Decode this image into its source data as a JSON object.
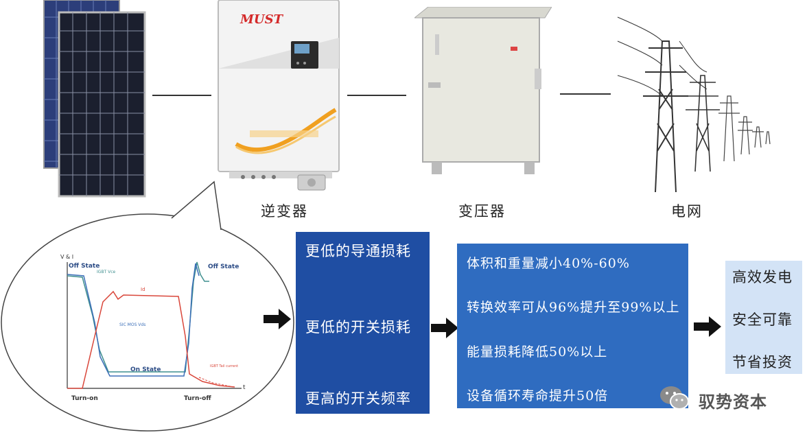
{
  "equipment": {
    "inverter_brand": "MUST",
    "inverter_caption": "逆变器",
    "transformer_caption": "变压器",
    "grid_caption": "电网"
  },
  "waveform": {
    "y_axis_label": "V & I",
    "x_axis_label": "t",
    "off_state_left": "Off State",
    "off_state_right": "Off State",
    "on_state": "On State",
    "turn_on": "Turn-on",
    "turn_off": "Turn-off",
    "igbt_vce": "IGBT Vce",
    "sic_mos_vds": "SIC MOS Vds",
    "id": "Id",
    "igbt_tail": "IGBT Tail current"
  },
  "panel_switching": {
    "items": [
      "更低的导通损耗",
      "更低的开关损耗",
      "更高的开关频率"
    ]
  },
  "panel_benefits": {
    "items": [
      "体积和重量减小40%-60%",
      "转换效率可从96%提升至99%以上",
      "能量损耗降低50%以上",
      "设备循环寿命提升50倍"
    ]
  },
  "panel_outcomes": {
    "items": [
      "高效发电",
      "安全可靠",
      "节省投资"
    ]
  },
  "watermark": "驭势资本",
  "colors": {
    "panel_dark": "#1f4ea3",
    "panel_mid": "#2f6cc0",
    "panel_light": "#d3e3f6",
    "vce_curve": "#3f8f8f",
    "id_curve": "#d9463a"
  }
}
